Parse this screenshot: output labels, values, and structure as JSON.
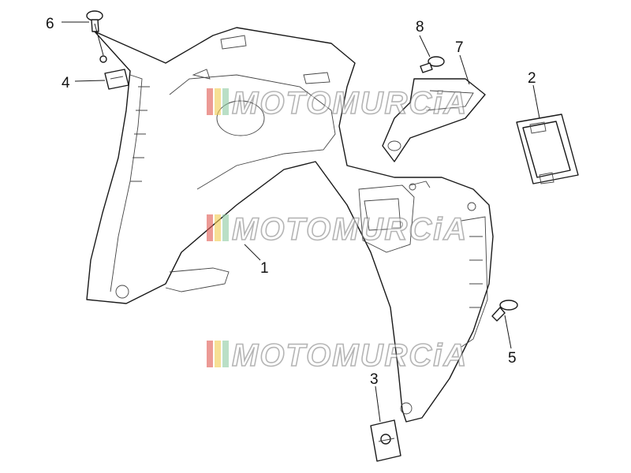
{
  "callouts": [
    {
      "id": "1",
      "label": "1"
    },
    {
      "id": "2",
      "label": "2"
    },
    {
      "id": "3",
      "label": "3"
    },
    {
      "id": "4",
      "label": "4"
    },
    {
      "id": "5",
      "label": "5"
    },
    {
      "id": "6",
      "label": "6"
    },
    {
      "id": "7",
      "label": "7"
    },
    {
      "id": "8",
      "label": "8"
    }
  ],
  "watermark": {
    "text": "MOTOMURCiA",
    "colors": {
      "red": "#e0574f",
      "yellow": "#f2c94c",
      "green": "#8cc9a0"
    }
  },
  "colors": {
    "line": "#1a1a1a",
    "background": "#ffffff"
  }
}
